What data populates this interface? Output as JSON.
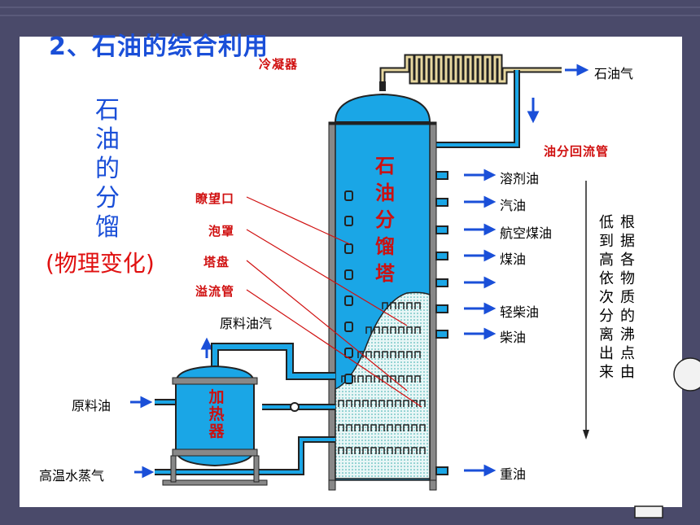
{
  "title": "2、石油的综合利用",
  "subtitle_chars": [
    "石",
    "油",
    "的",
    "分",
    "馏"
  ],
  "change_label": "(物理变化)",
  "tower_chars": [
    "石",
    "油",
    "分",
    "馏",
    "塔"
  ],
  "heater_chars": [
    "加",
    "热",
    "器"
  ],
  "labels": {
    "condenser": "冷凝器",
    "petroleum_gas": "石油气",
    "reflux_pipe": "油分回流管",
    "solvent_oil": "溶剂油",
    "gasoline": "汽油",
    "jet_fuel": "航空煤油",
    "kerosene": "煤油",
    "light_diesel": "轻柴油",
    "diesel": "柴油",
    "heavy_oil": "重油",
    "sight_glass": "瞭望口",
    "bubble_cap": "泡罩",
    "tray": "塔盘",
    "downcomer": "溢流管",
    "crude_vapor": "原料油汽",
    "crude_oil": "原料油",
    "steam": "高温水蒸气"
  },
  "note_col1": [
    "根",
    "据",
    "各",
    "物",
    "质",
    "的",
    "沸",
    "点",
    "由"
  ],
  "note_col2": [
    "低",
    "到",
    "高",
    "依",
    "次",
    "分",
    "离",
    "出",
    "来"
  ],
  "colors": {
    "tower": "#1aa6e6",
    "title": "#1a4fd8",
    "accent": "#e01010",
    "pipe": "#1aa6e6"
  }
}
